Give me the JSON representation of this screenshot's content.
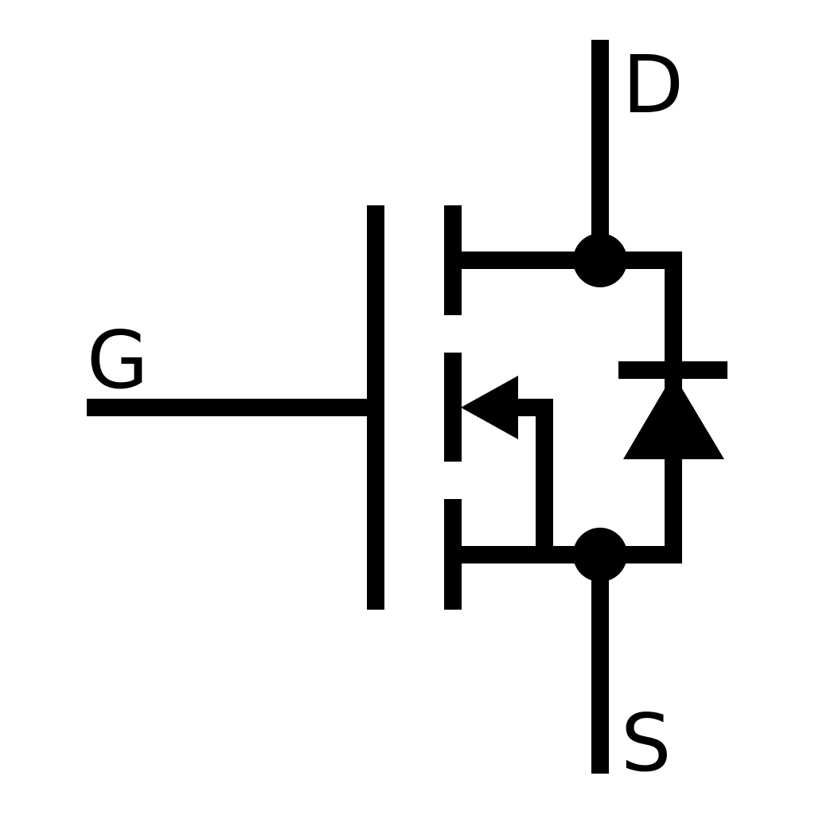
{
  "symbol": {
    "stroke_color": "#000000",
    "background": "#ffffff",
    "terminals": {
      "drain": "D",
      "gate": "G",
      "source": "S"
    }
  }
}
